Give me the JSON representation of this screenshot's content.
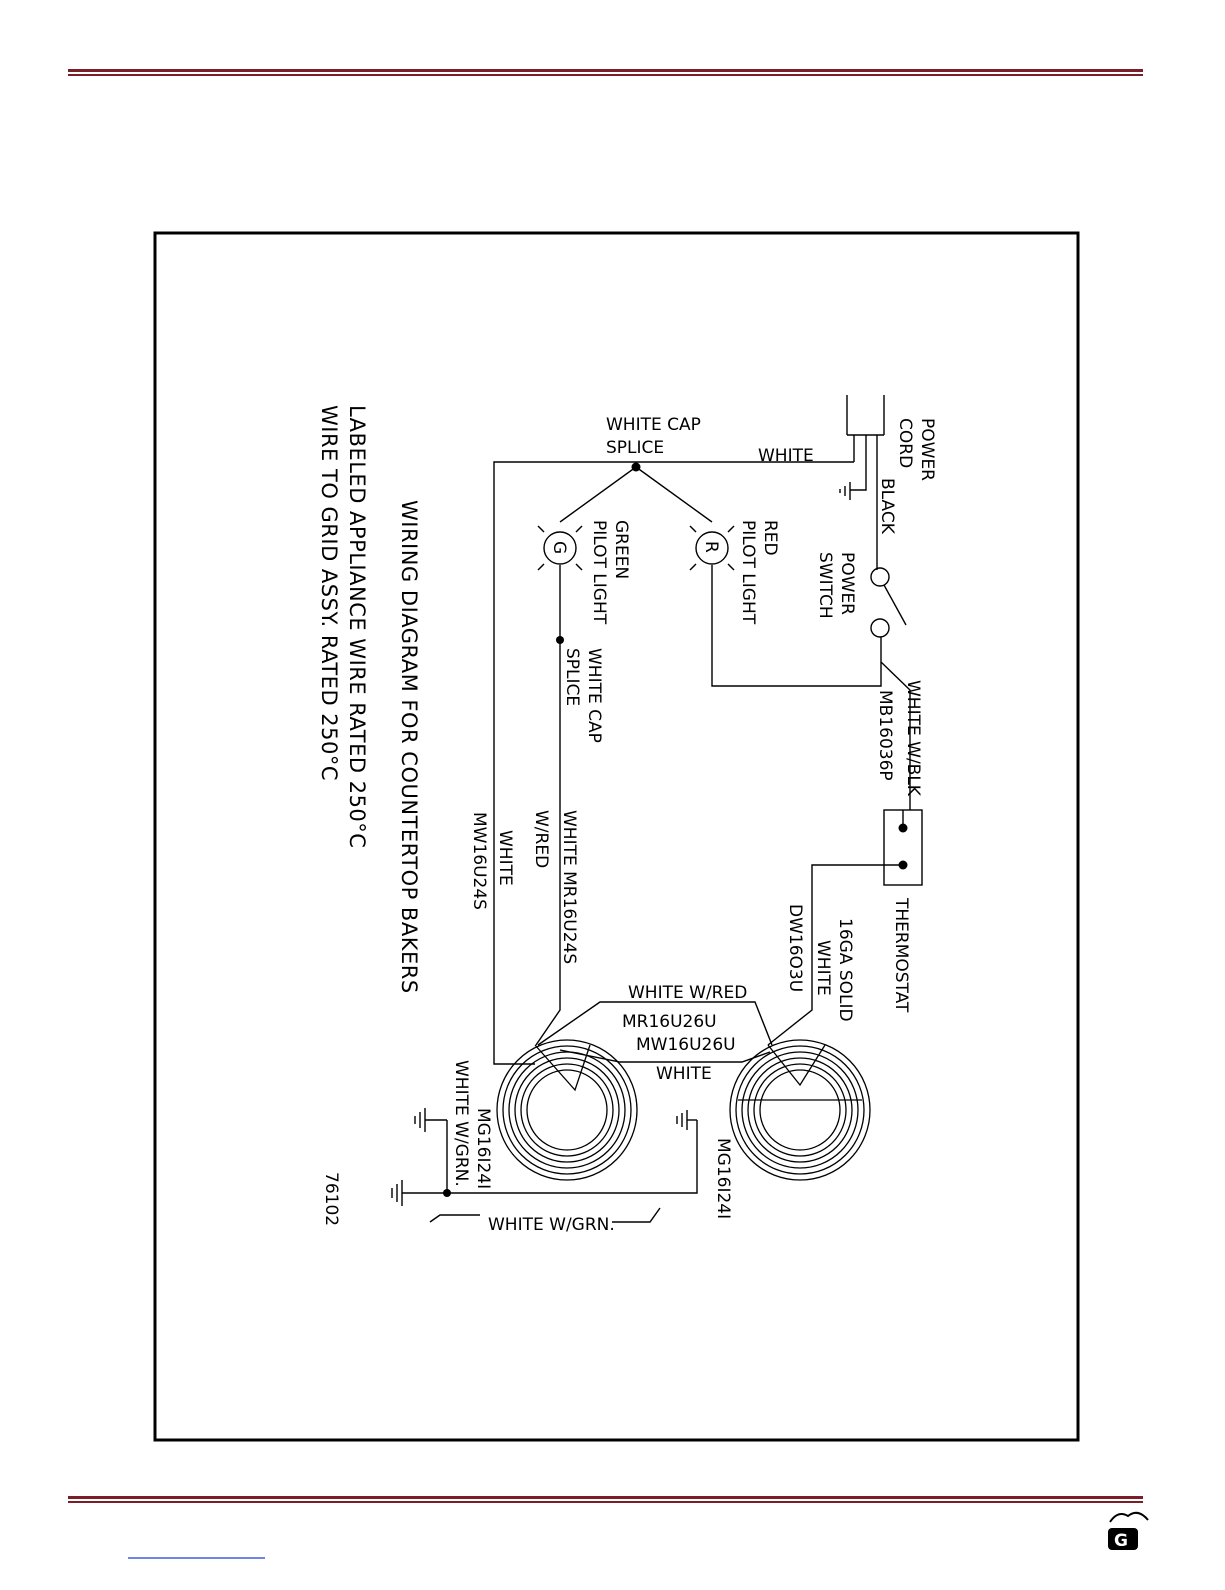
{
  "colors": {
    "rule": "#7a1e28",
    "ink": "#000000"
  },
  "diagram": {
    "title": "WIRING DIAGRAM FOR COUNTERTOP BAKERS",
    "note1": "LABELED APPLIANCE WIRE RATED 250°C",
    "note2": "WIRE TO GRID ASSY. RATED 250°C",
    "drawing_number": "76102",
    "labels": {
      "power": "POWER",
      "cord": "CORD",
      "black": "BLACK",
      "power_switch_1": "POWER",
      "power_switch_2": "SWITCH",
      "white_top": "WHITE",
      "white_cap_1": "WHITE CAP",
      "splice_1": "SPLICE",
      "red_1": "RED",
      "red_2": "PILOT LIGHT",
      "green_1": "GREEN",
      "green_2": "PILOT LIGHT",
      "r_mark": "R",
      "g_mark": "G",
      "white_cap_2": "WHITE CAP",
      "splice_2": "SPLICE",
      "white_wblk": "WHITE W/BLK",
      "mb16036p": "MB16036P",
      "thermostat": "THERMOSTAT",
      "ga16solid": "16GA SOLID",
      "white_3": "WHITE",
      "dw16o3u": "DW16O3U",
      "white_mr16u24s": "WHITE MR16U24S",
      "w_red": "W/RED",
      "white_4": "WHITE",
      "mw16u24s": "MW16U24S",
      "white_wred": "WHITE W/RED",
      "mr16u26u": "MR16U26U",
      "mw16u26u": "MW16U26U",
      "white_5": "WHITE",
      "mg16i24i_1": "MG16I24I",
      "white_wgrn_1": "WHITE W/GRN.",
      "mg16i24i_2": "MG16I24I",
      "white_wgrn_2": "WHITE W/GRN."
    }
  },
  "footer": {
    "logo": "G"
  }
}
